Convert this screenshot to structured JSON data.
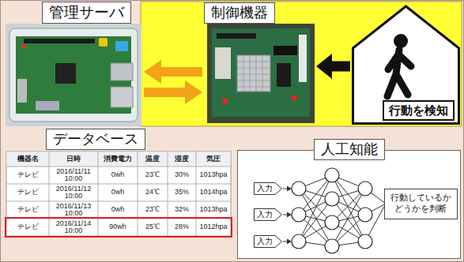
{
  "diagram": {
    "nodes": [
      {
        "text": [
          "管理サーバ"
        ]
      },
      {
        "text": [
          "制御機器"
        ]
      },
      {
        "text": [
          "行動を検知"
        ]
      },
      {
        "text": [
          "データベース"
        ]
      },
      {
        "text": [
          "人工知能"
        ]
      },
      {
        "text": [
          "入力"
        ],
        "in": 4
      },
      {
        "text": [
          "入力"
        ],
        "in": 4
      },
      {
        "text": [
          "入力"
        ],
        "in": 4
      },
      {
        "text": [
          "行動しているか どうかを判断"
        ],
        "in": 4
      }
    ],
    "edges": [
      {
        "from": 1,
        "to": 0,
        "arrow": "to"
      },
      {
        "from": 0,
        "to": 1,
        "arrow": "to"
      },
      {
        "from": 2,
        "to": 1,
        "arrow": "to"
      }
    ],
    "labels": [
      "機器名",
      "日時",
      "消費電力",
      "温度",
      "湿度",
      "気圧",
      "テレビ",
      "2016/11/11 10:00",
      "0wh",
      "23℃",
      "30%",
      "1013hpa",
      "テレビ",
      "2016/11/12 10:00",
      "0wh",
      "24℃",
      "35%",
      "1014hpa",
      "テレビ",
      "2016/11/13 10:00",
      "0wh",
      "23℃",
      "32%",
      "1013hpa",
      "テレビ",
      "2016/11/14 10:00",
      "90wh",
      "25℃",
      "28%",
      "1012hpa"
    ]
  }
}
